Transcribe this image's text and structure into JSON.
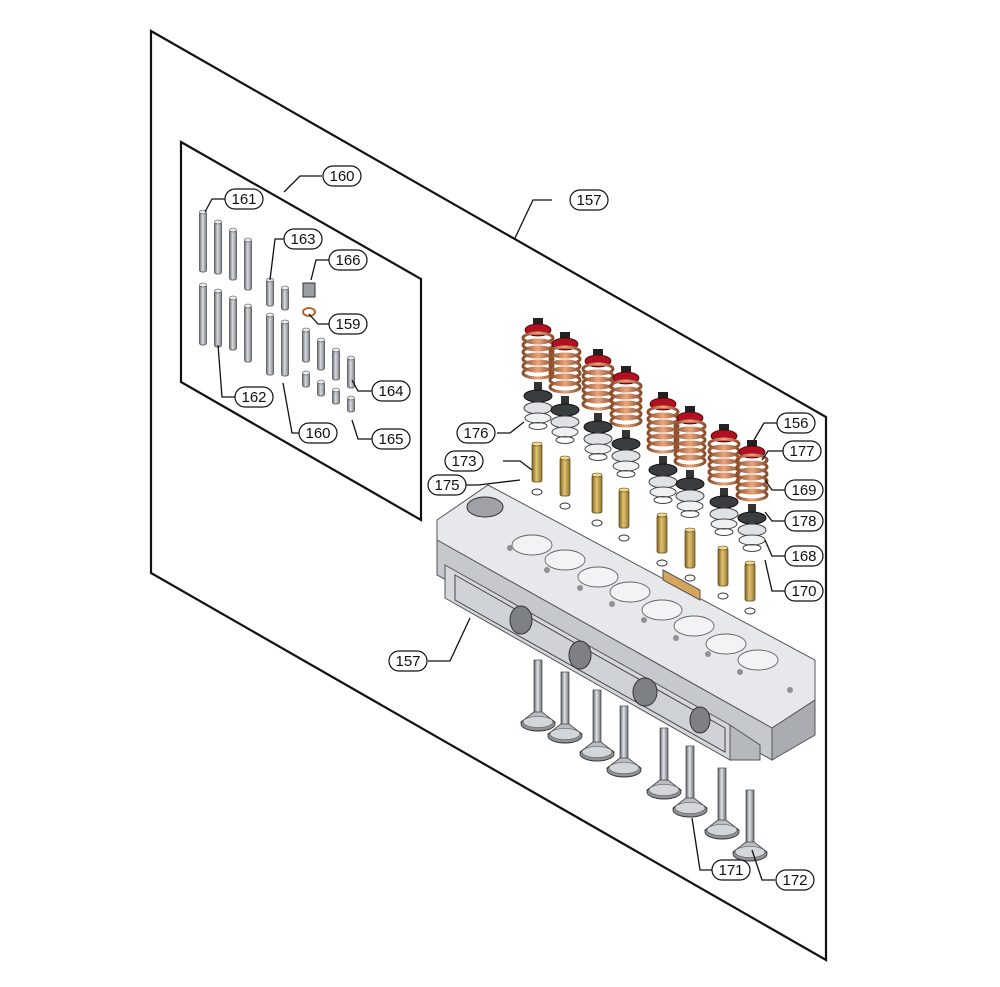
{
  "diagram": {
    "callouts": [
      {
        "id": "c-160a",
        "label": "160"
      },
      {
        "id": "c-161",
        "label": "161"
      },
      {
        "id": "c-157a",
        "label": "157"
      },
      {
        "id": "c-163",
        "label": "163"
      },
      {
        "id": "c-166",
        "label": "166"
      },
      {
        "id": "c-159",
        "label": "159"
      },
      {
        "id": "c-164",
        "label": "164"
      },
      {
        "id": "c-162",
        "label": "162"
      },
      {
        "id": "c-160b",
        "label": "160"
      },
      {
        "id": "c-165",
        "label": "165"
      },
      {
        "id": "c-176",
        "label": "176"
      },
      {
        "id": "c-156",
        "label": "156"
      },
      {
        "id": "c-177",
        "label": "177"
      },
      {
        "id": "c-173",
        "label": "173"
      },
      {
        "id": "c-175",
        "label": "175"
      },
      {
        "id": "c-169",
        "label": "169"
      },
      {
        "id": "c-178",
        "label": "178"
      },
      {
        "id": "c-168",
        "label": "168"
      },
      {
        "id": "c-170",
        "label": "170"
      },
      {
        "id": "c-157b",
        "label": "157"
      },
      {
        "id": "c-171",
        "label": "171"
      },
      {
        "id": "c-172",
        "label": "172"
      }
    ],
    "colors": {
      "line": "#111111",
      "spring": "#c9784a",
      "retainer": "#b01020",
      "guide": "#b8953a",
      "metal": "#b8bcc2",
      "metal_dark": "#5a5e63",
      "metal_light": "#dcdfe3"
    }
  }
}
